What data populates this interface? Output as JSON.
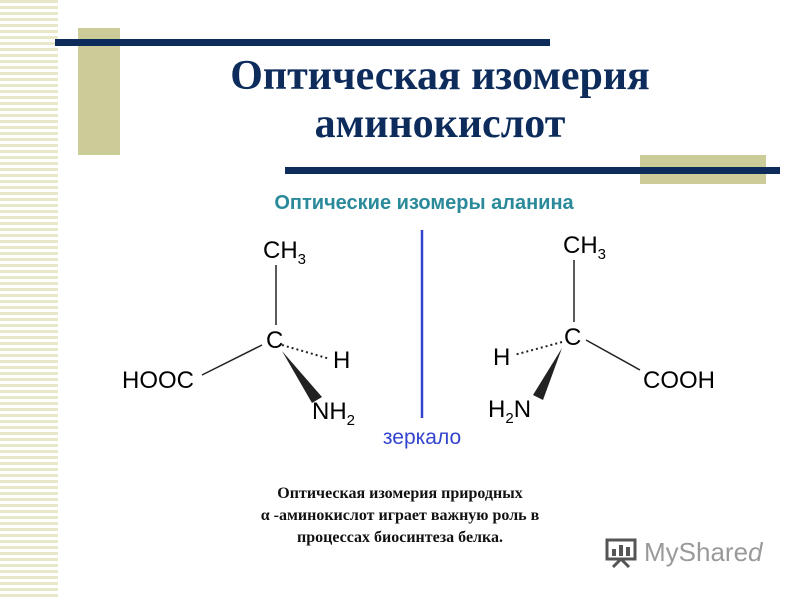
{
  "title": {
    "line1": "Оптическая изомерия",
    "line2": "аминокислот"
  },
  "diagram": {
    "heading": "Оптические изомеры аланина",
    "mirror_label": "зеркало",
    "left_molecule": {
      "top_group": "CH",
      "top_sub": "3",
      "center": "C",
      "left_group": "HOOC",
      "right_atom": "H",
      "bottom_group": "NH",
      "bottom_sub": "2"
    },
    "right_molecule": {
      "top_group": "CH",
      "top_sub": "3",
      "center": "C",
      "left_atom": "H",
      "right_group": "COOH",
      "bottom_prefix": "H",
      "bottom_sub": "2",
      "bottom_suffix": "N"
    }
  },
  "caption": {
    "line1": "Оптическая изомерия природных",
    "line2": "α -аминокислот играет важную роль в",
    "line3": "процессах биосинтеза белка."
  },
  "logo": {
    "text_main": "MyShare",
    "text_tail": "d"
  },
  "colors": {
    "navy": "#0d2c5c",
    "tan": "#cccc99",
    "heading_teal": "#2a8a9a",
    "mirror_blue": "#3344cc"
  }
}
